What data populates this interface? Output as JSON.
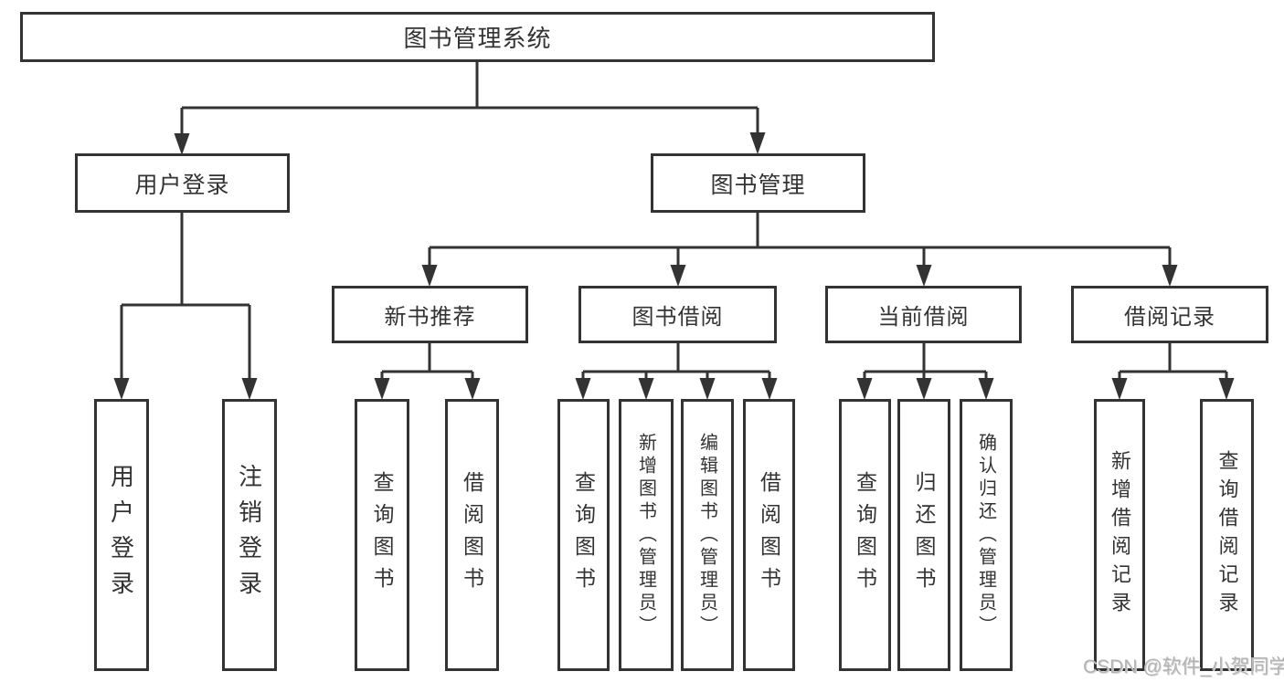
{
  "tree": {
    "root": "图书管理系统",
    "branches": [
      {
        "label": "用户登录",
        "children": [
          "用户登录",
          "注销登录"
        ]
      },
      {
        "label": "图书管理",
        "groups": [
          {
            "label": "新书推荐",
            "children": [
              "查询图书",
              "借阅图书"
            ]
          },
          {
            "label": "图书借阅",
            "children": [
              "查询图书",
              "新增图书（管理员）",
              "编辑图书（管理员）",
              "借阅图书"
            ]
          },
          {
            "label": "当前借阅",
            "children": [
              "查询图书",
              "归还图书",
              "确认归还（管理员）"
            ]
          },
          {
            "label": "借阅记录",
            "children": [
              "新增借阅记录",
              "查询借阅记录"
            ]
          }
        ]
      }
    ]
  },
  "colors": {
    "line": "#333333",
    "box_border": "#333333",
    "text": "#333333",
    "watermark": "#b3b3b3",
    "background": "#ffffff"
  },
  "watermark": "CSDN @软件_小贺同学"
}
